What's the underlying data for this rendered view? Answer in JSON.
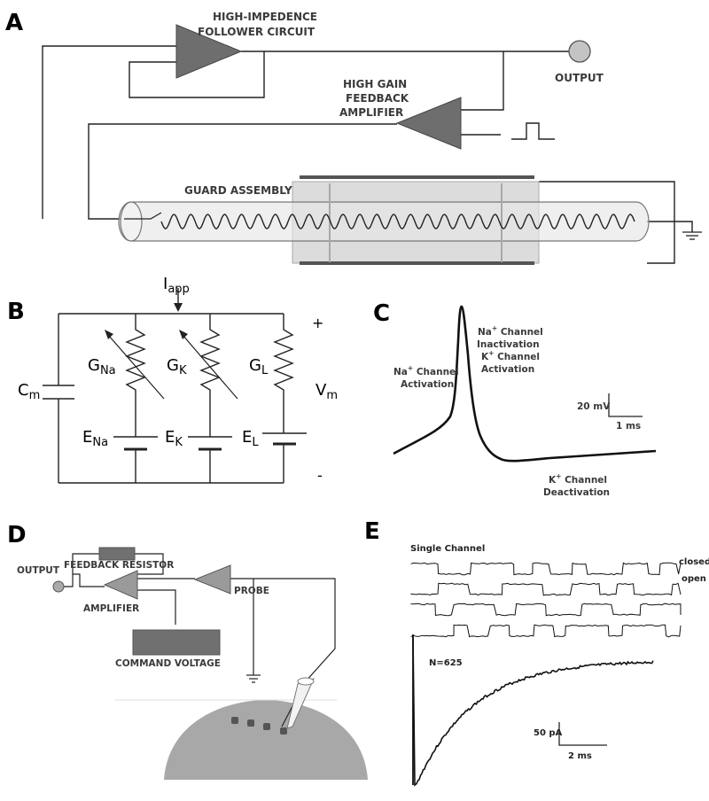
{
  "panels": {
    "a": "A",
    "b": "B",
    "c": "C",
    "d": "D",
    "e": "E"
  },
  "panel_a": {
    "follower_line1": "HIGH-IMPEDENCE",
    "follower_line2": "FOLLOWER CIRCUIT",
    "output": "OUTPUT",
    "feedback_line1": "HIGH GAIN",
    "feedback_line2": "FEEDBACK",
    "feedback_line3": "AMPLIFIER",
    "guard": "GUARD ASSEMBLY"
  },
  "panel_b": {
    "i_main": "I",
    "i_sub": "app",
    "cm_main": "C",
    "cm_sub": "m",
    "gna_main": "G",
    "gna_sub": "Na",
    "gk_main": "G",
    "gk_sub": "K",
    "gl_main": "G",
    "gl_sub": "L",
    "ena_main": "E",
    "ena_sub": "Na",
    "ek_main": "E",
    "ek_sub": "K",
    "el_main": "E",
    "el_sub": "L",
    "vm_main": "V",
    "vm_sub": "m",
    "plus": "+",
    "minus": "-"
  },
  "panel_c": {
    "na_act_1": "Na",
    "na_act_sup": "+",
    "na_act_2": " Channel",
    "na_act_3": "Activation",
    "na_inact_1": "Na",
    "na_inact_sup": "+",
    "na_inact_2": " Channel",
    "na_inact_3": "Inactivation",
    "k_act_1": "K",
    "k_act_sup": "+",
    "k_act_2": " Channel",
    "k_act_3": "Activation",
    "k_deact_1": "K",
    "k_deact_sup": "+",
    "k_deact_2": " Channel",
    "k_deact_3": "Deactivation",
    "scale_v": "20 mV",
    "scale_t": "1 ms"
  },
  "panel_d": {
    "feedback_resistor": "FEEDBACK RESISTOR",
    "output": "OUTPUT",
    "probe": "PROBE",
    "amplifier": "AMPLIFIER",
    "command_voltage": "COMMAND VOLTAGE"
  },
  "panel_e": {
    "single_channel": "Single Channel",
    "closed": "closed",
    "open": "open",
    "n_label": "N=625",
    "scale_i": "50 pA",
    "scale_t": "2 ms"
  },
  "colors": {
    "triangle": "#6e6e6e",
    "guard_box": "#dcdcdc",
    "cell": "#a8a8a8",
    "command_box": "#707070"
  }
}
